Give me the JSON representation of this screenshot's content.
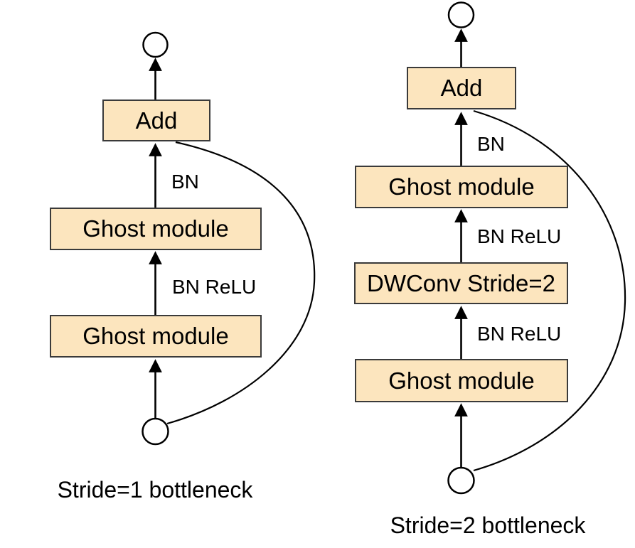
{
  "colors": {
    "background": "#FFFFFF",
    "box_fill": "#FCE5BE",
    "box_border": "#3A3A3A",
    "line": "#000000",
    "text": "#000000"
  },
  "left_diagram": {
    "caption": "Stride=1 bottleneck",
    "boxes": {
      "add": "Add",
      "ghost_top": "Ghost module",
      "ghost_bottom": "Ghost module"
    },
    "labels": {
      "bn": "BN",
      "bn_relu": "BN ReLU"
    }
  },
  "right_diagram": {
    "caption": "Stride=2 bottleneck",
    "boxes": {
      "add": "Add",
      "ghost_top": "Ghost module",
      "dwconv": "DWConv Stride=2",
      "ghost_bottom": "Ghost module"
    },
    "labels": {
      "bn": "BN",
      "bn_relu_top": "BN ReLU",
      "bn_relu_bottom": "BN ReLU"
    }
  }
}
